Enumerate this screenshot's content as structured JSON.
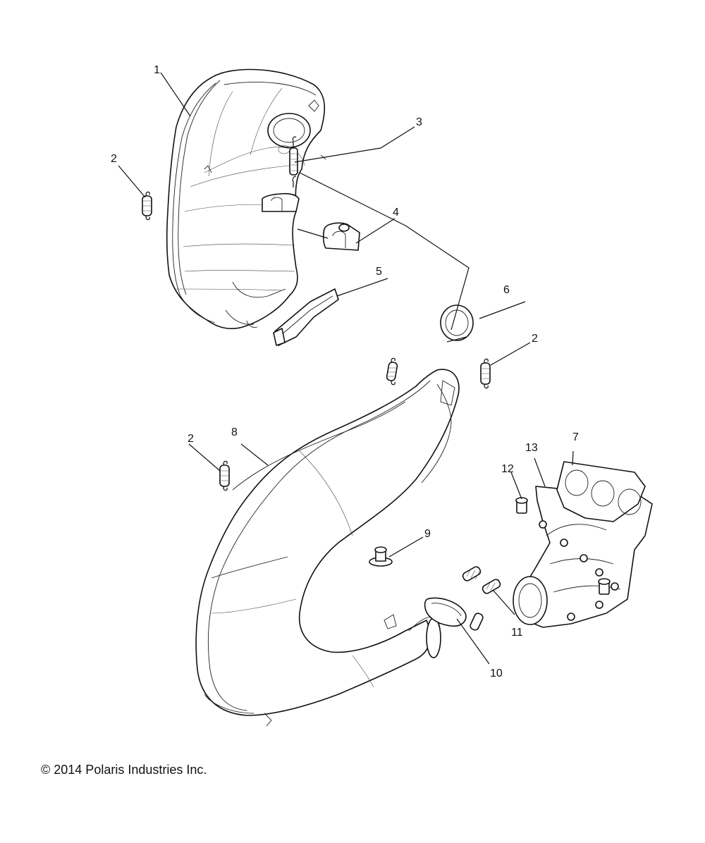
{
  "callouts": [
    {
      "id": "1",
      "label": "1"
    },
    {
      "id": "2a",
      "label": "2"
    },
    {
      "id": "3",
      "label": "3"
    },
    {
      "id": "4",
      "label": "4"
    },
    {
      "id": "5",
      "label": "5"
    },
    {
      "id": "6",
      "label": "6"
    },
    {
      "id": "2b",
      "label": "2"
    },
    {
      "id": "7",
      "label": "7"
    },
    {
      "id": "13",
      "label": "13"
    },
    {
      "id": "12",
      "label": "12"
    },
    {
      "id": "2c",
      "label": "2"
    },
    {
      "id": "8",
      "label": "8"
    },
    {
      "id": "9",
      "label": "9"
    },
    {
      "id": "11",
      "label": "11"
    },
    {
      "id": "10",
      "label": "10"
    }
  ],
  "copyright": "© 2014 Polaris Industries Inc."
}
